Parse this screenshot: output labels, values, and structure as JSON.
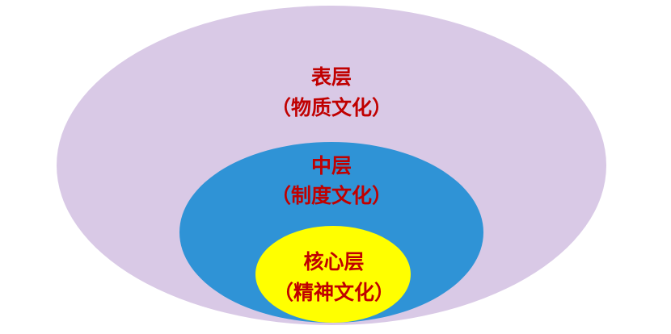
{
  "diagram": {
    "layers": [
      {
        "name": "表层",
        "subtitle": "（物质文化）",
        "color": "#d9c9e6"
      },
      {
        "name": "中层",
        "subtitle": "（制度文化）",
        "color": "#2f93d6"
      },
      {
        "name": "核心层",
        "subtitle": "（精神文化）",
        "color": "#ffff00"
      }
    ],
    "text_color": "#c00000"
  }
}
